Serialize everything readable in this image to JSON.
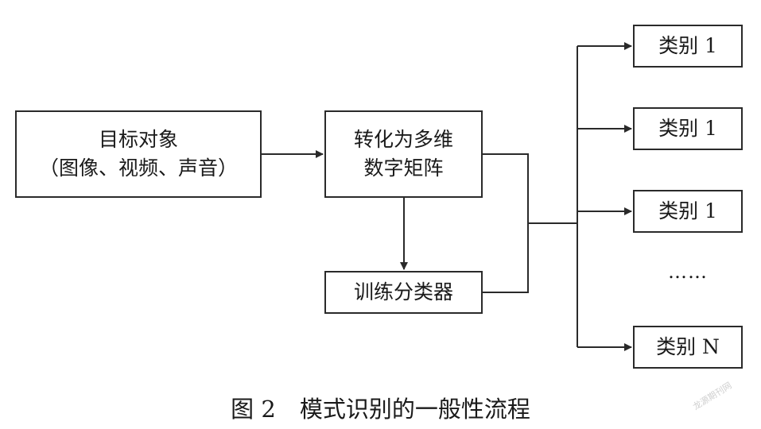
{
  "diagram": {
    "nodes": {
      "target": {
        "line1": "目标对象",
        "line2": "（图像、视频、声音）"
      },
      "matrix": {
        "line1": "转化为多维",
        "line2": "数字矩阵"
      },
      "train": {
        "label": "训练分类器"
      },
      "categories": [
        "类别 1",
        "类别 1",
        "类别 1",
        "类别 N"
      ]
    },
    "ellipsis": "……",
    "edges": [
      {
        "from": "目标对象（图像、视频、声音）",
        "to": "转化为多维数字矩阵"
      },
      {
        "from": "转化为多维数字矩阵",
        "to": "训练分类器"
      },
      {
        "from": "转化为多维数字矩阵",
        "to": "类别"
      },
      {
        "from": "训练分类器",
        "to": "类别"
      }
    ],
    "caption": {
      "label": "图 2",
      "title": "模式识别的一般性流程"
    },
    "watermark": "龙源期刊网",
    "colors": {
      "line": "#2a2a2a",
      "text": "#1a1a1a",
      "watermark": "#cfcfcf"
    }
  }
}
